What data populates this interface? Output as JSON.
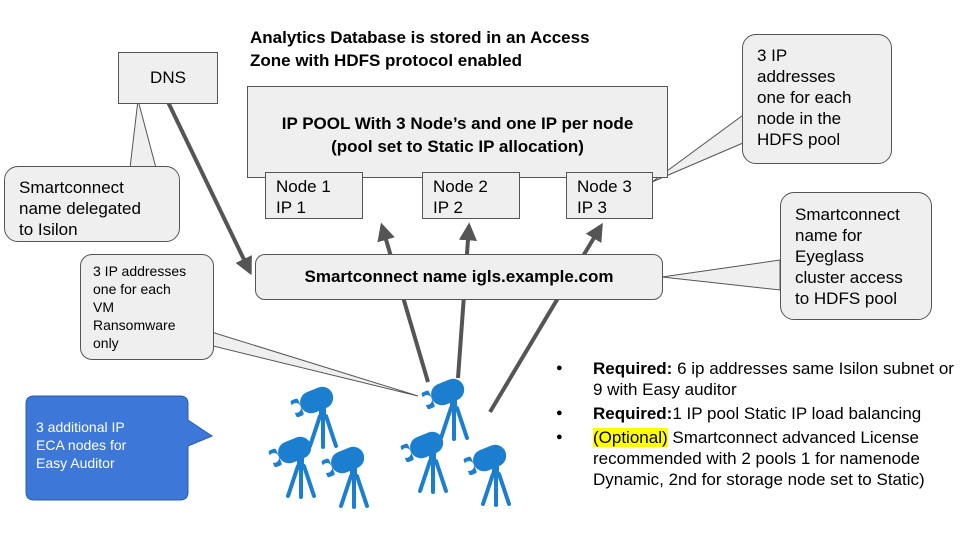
{
  "title": [
    "Analytics Database is stored in an Access",
    "Zone with HDFS protocol enabled"
  ],
  "dns": "DNS",
  "ip_pool": {
    "line1": "IP POOL With 3 Node’s and one IP per node",
    "line2": "(pool set to Static IP allocation)"
  },
  "nodes": [
    {
      "name": "Node 1",
      "ip": "IP 1"
    },
    {
      "name": "Node 2",
      "ip": "IP 2"
    },
    {
      "name": "Node 3",
      "ip": "IP 3"
    }
  ],
  "smartconnect": "Smartconnect name igls.example.com",
  "callouts": {
    "ip_per_node": [
      "3 IP",
      "addresses",
      "one for each",
      "node in the",
      "HDFS pool"
    ],
    "delegated": [
      "Smartconnect",
      "name delegated",
      "to Isilon"
    ],
    "eyeglass_access": [
      "Smartconnect",
      "name for",
      "Eyeglass",
      "cluster access",
      "to HDFS pool"
    ],
    "vm_ips": [
      "3 IP addresses",
      "one for each",
      "VM",
      "Ransomware",
      "only"
    ],
    "eca_nodes": [
      "3 additional IP",
      "ECA nodes for",
      "Easy Auditor"
    ]
  },
  "bullets": {
    "b1_bold": "Required:",
    "b1_text": " 6 ip addresses same Isilon subnet or 9 with Easy auditor",
    "b2_bold": "Required:",
    "b2_text": "1 IP pool Static IP load balancing",
    "b3_highlight": "(Optional)",
    "b3_text": " Smartconnect advanced License recommended with 2 pools 1 for namenode Dynamic, 2nd for storage node set to Static)"
  },
  "icons": {
    "camera": "telescope-camera-icon",
    "color": "#1c7ecf"
  },
  "colors": {
    "box_fill": "#efefef",
    "arrow": "#555555",
    "eca_callout": "#3d78d8",
    "highlight": "#ffff00"
  }
}
